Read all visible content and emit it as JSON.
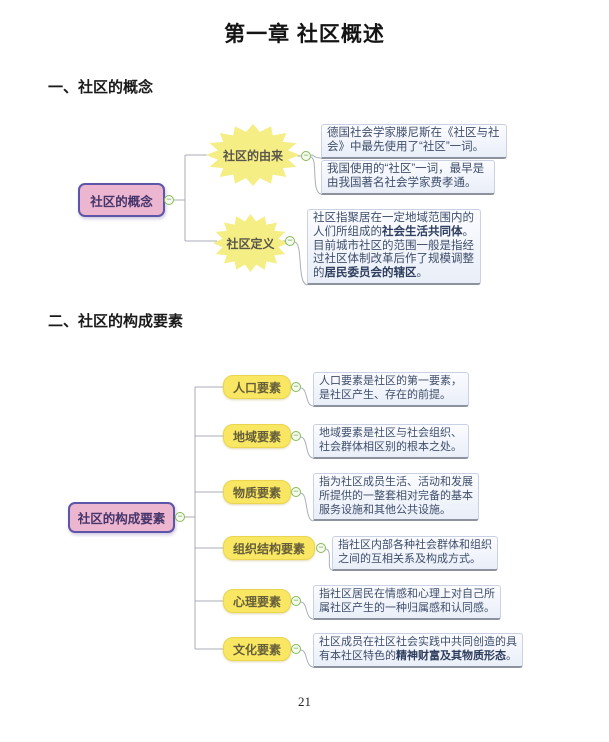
{
  "page": {
    "title": "第一章 社区概述",
    "page_number": "21"
  },
  "section1": {
    "heading": "一、社区的概念"
  },
  "section2": {
    "heading": "二、社区的构成要素"
  },
  "icons": {
    "collapse_minus": "−"
  },
  "colors": {
    "root_fill": "#ecb5d0",
    "root_border": "#5c55a8",
    "branch_burst_yellow": "#f4ee85",
    "branch_node_yellow": "#f9e763",
    "note_background": "#edf1f9",
    "note_underline": "#8d939e",
    "note_text": "#3f4e6b",
    "collapse_green": "#84b957",
    "connector_gray": "#a9aeb8"
  },
  "map1": {
    "root": "社区的概念",
    "branch1": {
      "label": "社区的由来",
      "note1": "德国社会学家滕尼斯在《社区与社会》中最先使用了“社区”一词。",
      "note2": "我国使用的“社区”一词，最早是由我国著名社会学家费孝通。"
    },
    "branch2": {
      "label": "社区定义",
      "note_seg1": "社区指聚居在一定地域范围内的人们所组成的",
      "note_bold1": "社会生活共同体",
      "note_seg2": "。目前城市社区的范围一般是指经过社区体制改革后作了规模调整的",
      "note_bold2": "居民委员会的辖区",
      "note_seg3": "。"
    }
  },
  "map2": {
    "root": "社区的构成要素",
    "branches": [
      {
        "label": "人口要素",
        "note": "人口要素是社区的第一要素，是社区产生、存在的前提。"
      },
      {
        "label": "地域要素",
        "note": "地域要素是社区与社会组织、社会群体相区别的根本之处。"
      },
      {
        "label": "物质要素",
        "note": "指为社区成员生活、活动和发展所提供的一整套相对完备的基本服务设施和其他公共设施。"
      },
      {
        "label": "组织结构要素",
        "note": "指社区内部各种社会群体和组织之间的互相关系及构成方式。"
      },
      {
        "label": "心理要素",
        "note": "指社区居民在情感和心理上对自己所属社区产生的一种归属感和认同感。"
      },
      {
        "label": "文化要素",
        "note_seg1": "社区成员在社区社会实践中共同创造的具有本社区特色的",
        "note_bold": "精神财富及其物质形态",
        "note_seg2": "。"
      }
    ]
  }
}
